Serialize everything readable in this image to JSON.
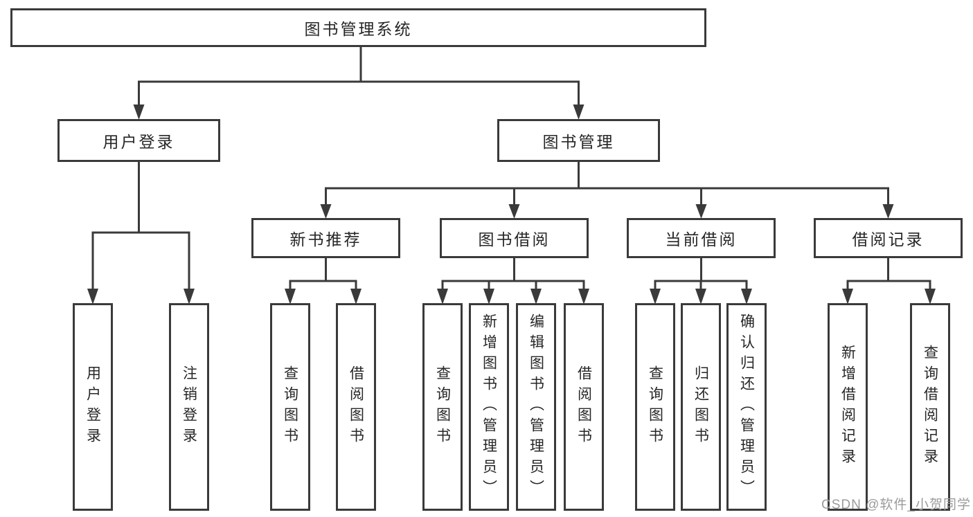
{
  "diagram": {
    "root": {
      "label": "图书管理系统"
    },
    "branches": [
      {
        "label": "用户登录",
        "children": [
          {
            "label": "用户登录"
          },
          {
            "label": "注销登录"
          }
        ]
      },
      {
        "label": "图书管理",
        "groups": [
          {
            "label": "新书推荐",
            "children": [
              {
                "label": "查询图书"
              },
              {
                "label": "借阅图书"
              }
            ]
          },
          {
            "label": "图书借阅",
            "children": [
              {
                "label": "查询图书"
              },
              {
                "label": "新增图书（管理员）"
              },
              {
                "label": "编辑图书（管理员）"
              },
              {
                "label": "借阅图书"
              }
            ]
          },
          {
            "label": "当前借阅",
            "children": [
              {
                "label": "查询图书"
              },
              {
                "label": "归还图书"
              },
              {
                "label": "确认归还（管理员）"
              }
            ]
          },
          {
            "label": "借阅记录",
            "children": [
              {
                "label": "新增借阅记录"
              },
              {
                "label": "查询借阅记录"
              }
            ]
          }
        ]
      }
    ],
    "watermark": "CSDN @软件_小贺同学",
    "colors": {
      "line": "#3a3a3a",
      "text": "#262626",
      "box_fill": "#ffffff",
      "background": "#ffffff",
      "watermark": "#9b9b9b"
    }
  }
}
